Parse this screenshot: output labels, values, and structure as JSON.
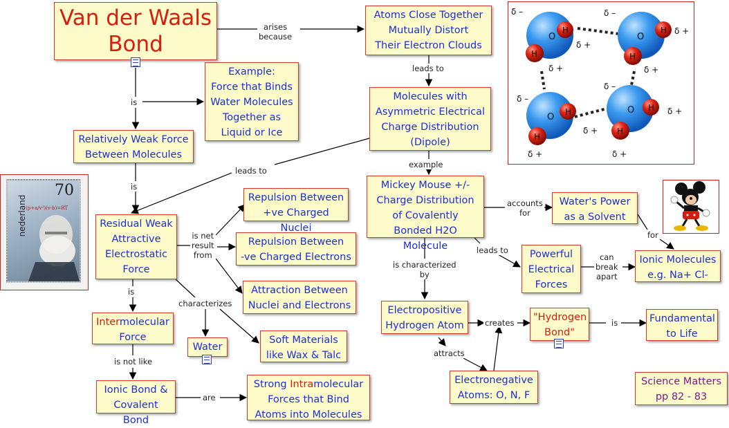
{
  "nodes": {
    "vdw_title": [
      "Van der Waals",
      "Bond"
    ],
    "example_water": [
      "Example:",
      "Force that Binds",
      "Water Molecules",
      "Together as",
      "Liquid or Ice"
    ],
    "weak_force": [
      "Relatively Weak Force",
      "Between Molecules"
    ],
    "atoms_close": [
      "Atoms Close Together",
      "Mutually Distort",
      "Their Electron Clouds"
    ],
    "dipole": [
      "Molecules  with",
      "Asymmetric Electrical",
      "Charge Distribution",
      "(Dipole)"
    ],
    "mickey_h2o": [
      "Mickey Mouse +/-",
      "Charge Distribution",
      "of Covalently",
      "Bonded H2O Molecule"
    ],
    "residual": [
      "Residual Weak",
      "Attractive",
      "Electrostatic",
      "Force"
    ],
    "rep_nuclei": [
      "Repulsion Between",
      "+ve Charged Nuclei"
    ],
    "rep_electrons": [
      "Repulsion Between",
      "-ve Charged Electrons"
    ],
    "attraction": [
      "Attraction Between",
      "Nuclei and Electrons"
    ],
    "intermolecular": {
      "prefix": "Inter",
      "rest": "molecular",
      "line2": "Force"
    },
    "water": "Water",
    "soft_materials": [
      "Soft Materials",
      "like Wax & Talc"
    ],
    "ionic_covalent": [
      "Ionic Bond &",
      "Covalent Bond"
    ],
    "strong_intra": {
      "line1_pre": "Strong ",
      "line1_red": "Intra",
      "line1_post": "molecular",
      "line2": "Forces that Bind",
      "line3": "Atoms into Molecules"
    },
    "water_power": [
      "Water's Power",
      "as a Solvent"
    ],
    "ionic_molecules": [
      "Ionic Molecules",
      "e.g. Na+ Cl-"
    ],
    "powerful_forces": [
      "Powerful",
      "Electrical",
      "Forces"
    ],
    "electropositive": [
      "Electropositive",
      "Hydrogen Atom"
    ],
    "hydrogen_bond": [
      "\"Hydrogen",
      "Bond\""
    ],
    "fundamental": [
      "Fundamental",
      "to Life"
    ],
    "electronegative": [
      "Electronegative",
      "Atoms: O, N, F"
    ],
    "science_matters": [
      "Science Matters",
      "pp 82 - 83"
    ]
  },
  "links": {
    "arises_because": [
      "arises",
      "because"
    ],
    "is_1": [
      "is"
    ],
    "leads_to_1": [
      "leads to"
    ],
    "leads_to_2": [
      "leads to"
    ],
    "is_2": [
      "is"
    ],
    "example": [
      "example"
    ],
    "is_net_result_from": [
      "is net",
      "result",
      "from"
    ],
    "accounts_for": [
      "accounts",
      "for"
    ],
    "for": [
      "for"
    ],
    "is_3": [
      "is"
    ],
    "characterizes": [
      "characterizes"
    ],
    "is_characterized_by": [
      "is characterized",
      "by"
    ],
    "leads_to_3": [
      "leads to"
    ],
    "can_break_apart": [
      "can",
      "break",
      "apart"
    ],
    "is_not_like": [
      "is not like"
    ],
    "are": [
      "are"
    ],
    "creates": [
      "creates"
    ],
    "is_4": [
      "is"
    ],
    "attracts": [
      "attracts"
    ]
  },
  "molecule_labels": {
    "oxygen": "O",
    "hydrogen": "H",
    "delta_minus": "δ –",
    "delta_plus": "δ +"
  },
  "stamp": {
    "country": "nederland",
    "value": "70",
    "formula": "(p+a/v²)(v-b)=RT"
  },
  "colors": {
    "node_fill": "#fdfbc9",
    "node_border": "#d33a2c",
    "node_text": "#1b2fd6",
    "highlight_text": "#d51e0e",
    "oxygen": "#2f8fe8",
    "hydrogen": "#d41c10"
  }
}
